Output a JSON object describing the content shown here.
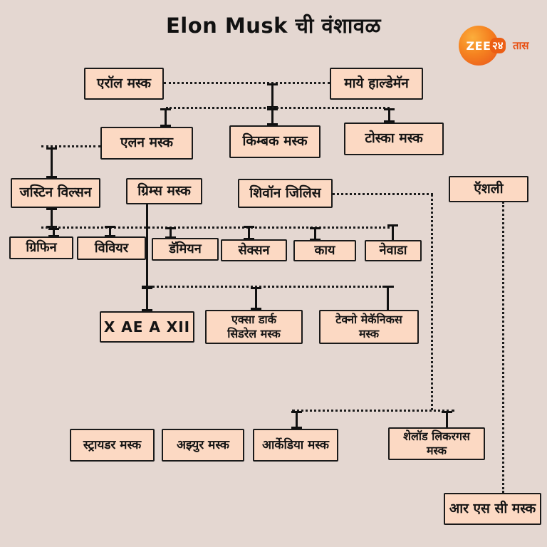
{
  "title": "Elon Musk ची वंशावळ",
  "logo": {
    "zee": "ZEE",
    "num": "२४",
    "taas": "तास"
  },
  "colors": {
    "background": "#e4d7d1",
    "box_fill": "#fcd9c3",
    "box_border": "#1a1a1a",
    "line": "#111111",
    "logo_orange": "#f58220",
    "logo_text_red": "#e84e10"
  },
  "nodes": {
    "errol": {
      "label": "एरॉल मस्क"
    },
    "maye": {
      "label": "माये हाल्डेमॅन"
    },
    "elon": {
      "label": "एलन मस्क"
    },
    "kimbal": {
      "label": "किम्बक मस्क"
    },
    "tosca": {
      "label": "टोस्का मस्क"
    },
    "justine": {
      "label": "जस्टिन विल्सन"
    },
    "grimes": {
      "label": "ग्रिम्स मस्क"
    },
    "shivon": {
      "label": "शिवॉन जिलिस"
    },
    "ashley": {
      "label": "ऍशली"
    },
    "griffin": {
      "label": "ग्रिफिन"
    },
    "vivian": {
      "label": "विवियर"
    },
    "damian": {
      "label": "डॅमियन"
    },
    "saxon": {
      "label": "सेक्सन"
    },
    "kai": {
      "label": "काय"
    },
    "nevada": {
      "label": "नेवाडा"
    },
    "xaexii": {
      "label": "X AE A XII"
    },
    "exa": {
      "label": "एक्सा डार्क\nसिडरेल मस्क"
    },
    "techno": {
      "label": "टेक्नो मेकॅनिकस\nमस्क"
    },
    "strider": {
      "label": "स्ट्रायडर मस्क"
    },
    "azure": {
      "label": "अझ्युर मस्क"
    },
    "arcadia": {
      "label": "आर्केडिया मस्क"
    },
    "sheldon": {
      "label": "शेलॉड लिकरगस\nमस्क"
    },
    "rsc": {
      "label": "आर एस सी मस्क"
    }
  }
}
